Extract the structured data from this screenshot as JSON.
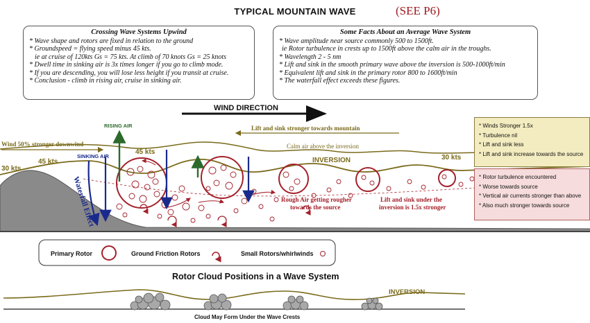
{
  "header": {
    "title": "TYPICAL MOUNTAIN WAVE",
    "reference": "(SEE P6)"
  },
  "left_box": {
    "heading": "Crossing Wave Systems Upwind",
    "lines": [
      "* Wave shape and rotors are fixed in relation to the ground",
      "* Groundspeed = flying speed minus 45 kts.",
      "   ie at cruise of 120kts Gs = 75 kts. At climb of 70 knots Gs = 25 knots",
      "* Dwell time in sinking air is 3x times longer if you go to climb mode.",
      "* If you are descending, you will lose less height if you transit at cruise.",
      "* Conclusion - climb in rising air, cruise in sinking air."
    ]
  },
  "right_box": {
    "heading": "Some Facts About an Average Wave System",
    "lines": [
      "* Wave amplitude near source commonly 500 to 1500ft.",
      "  ie Rotor turbulence in crests up to 1500ft above the calm air in the troughs.",
      "* Wavelength 2 - 5 nm",
      "* Lift and sink in the smooth primary wave above the inversion is 500-1000ft/min",
      "* Equivalent lift and sink in the primary rotor 800 to 1600ft/min",
      "* The waterfall effect exceeds these figures."
    ]
  },
  "diagram": {
    "wind_direction": "WIND DIRECTION",
    "rising_air": "RISING AIR",
    "sinking_air": "SINKING AIR",
    "wind_downwind": "Wind 50% stronger downwind",
    "lift_sink_mountain": "Lift and sink stronger towards mountain",
    "calm_air": "Calm air above the inversion",
    "inversion": "INVERSION",
    "speed_45_top": "45 kts",
    "speed_45_left": "45 kts",
    "speed_30_left": "30 kts",
    "speed_30_right": "30 kts",
    "waterfall": "Waterfall Effect",
    "rough_air_1": "Rough Air getting rougher",
    "rough_air_2": "towards the source",
    "lift_under_1": "Lift and sink under the",
    "lift_under_2": "inversion is 1.5x stronger"
  },
  "notes_top": [
    "* Winds Stronger 1.5x",
    "* Turbulence nil",
    "* Lift and sink less",
    "* Lift and sink increase  towards the source"
  ],
  "notes_bottom": [
    "* Rotor turbulence encountered",
    "* Worse towards source",
    "* Vertical air currents stronger than above",
    "* Also much stronger towards source"
  ],
  "legend": {
    "primary_rotor": "Primary Rotor",
    "ground_friction": "Ground Friction Rotors",
    "small_rotors": "Small Rotors/whirlwinds"
  },
  "cloud_section": {
    "title": "Rotor Cloud Positions in a Wave System",
    "inversion": "INVERSION",
    "caption": "Cloud May Form Under the Wave Crests"
  },
  "colors": {
    "rotor": "#a3202a",
    "arrow_blue": "#1a2a8c",
    "arrow_green": "#2c6a2c",
    "wave_olive": "#7a6a1a",
    "mountain": "#8a8a8a"
  }
}
